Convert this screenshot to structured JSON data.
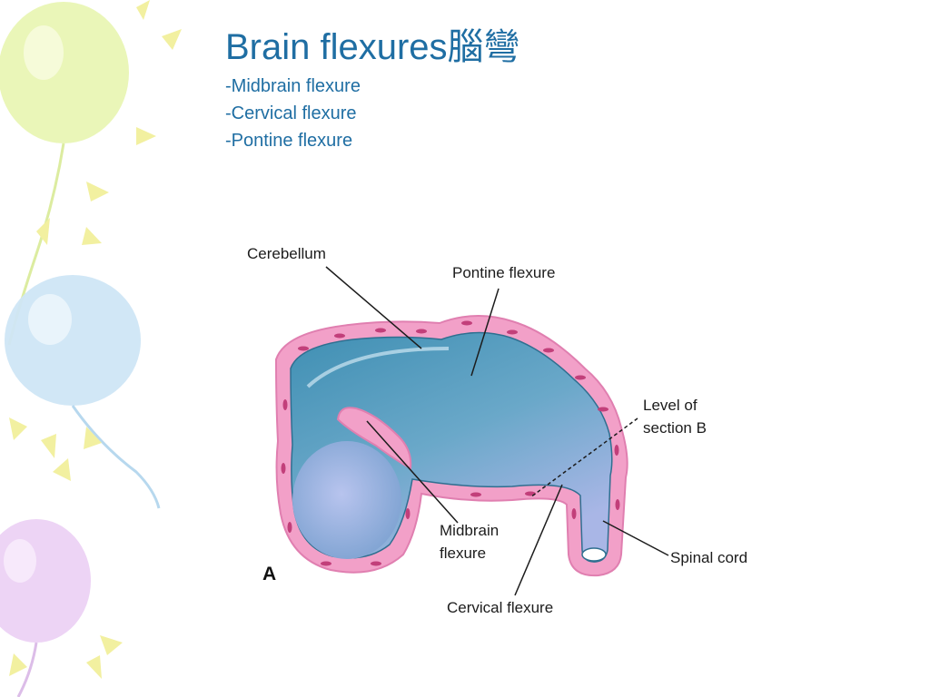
{
  "slide": {
    "title": "Brain flexures腦彎",
    "bullets": [
      "-Midbrain flexure",
      "-Cervical flexure",
      "-Pontine flexure"
    ]
  },
  "figure": {
    "labels": {
      "cerebellum": "Cerebellum",
      "pontine": "Pontine flexure",
      "level_line1": "Level of",
      "level_line2": "section B",
      "midbrain_line1": "Midbrain",
      "midbrain_line2": "flexure",
      "spinal": "Spinal cord",
      "cervical": "Cervical flexure",
      "panel": "A"
    }
  },
  "colors": {
    "text": "#1f6ea3",
    "tube": "#5a9ec0",
    "wall": "#f2a0c8",
    "balloons": [
      "#e8f5b0",
      "#cfe6f5",
      "#ecd2f4"
    ]
  }
}
